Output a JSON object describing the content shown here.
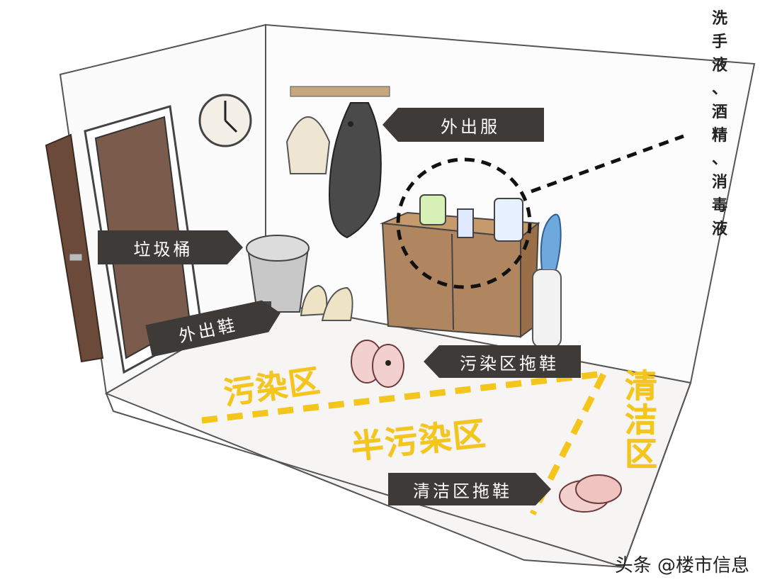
{
  "labels": {
    "coat": "外出服",
    "trash_bin": "垃圾桶",
    "outdoor_shoes": "外出鞋",
    "dirty_slippers": "污染区拖鞋",
    "clean_slippers": "清洁区拖鞋"
  },
  "zones": {
    "contaminated": "污染区",
    "semi_contaminated": "半污染区",
    "clean": "清洁区"
  },
  "sanitizer_note": [
    "洗",
    "手",
    "液",
    "、",
    "酒",
    "精",
    "、",
    "消",
    "毒",
    "液"
  ],
  "watermark": "头条 @楼市信息",
  "colors": {
    "tag_bg": "#3d3a38",
    "zone_yellow": "#f4c51a",
    "door_brown": "#6b4a3a",
    "cabinet_brown": "#b08660"
  }
}
